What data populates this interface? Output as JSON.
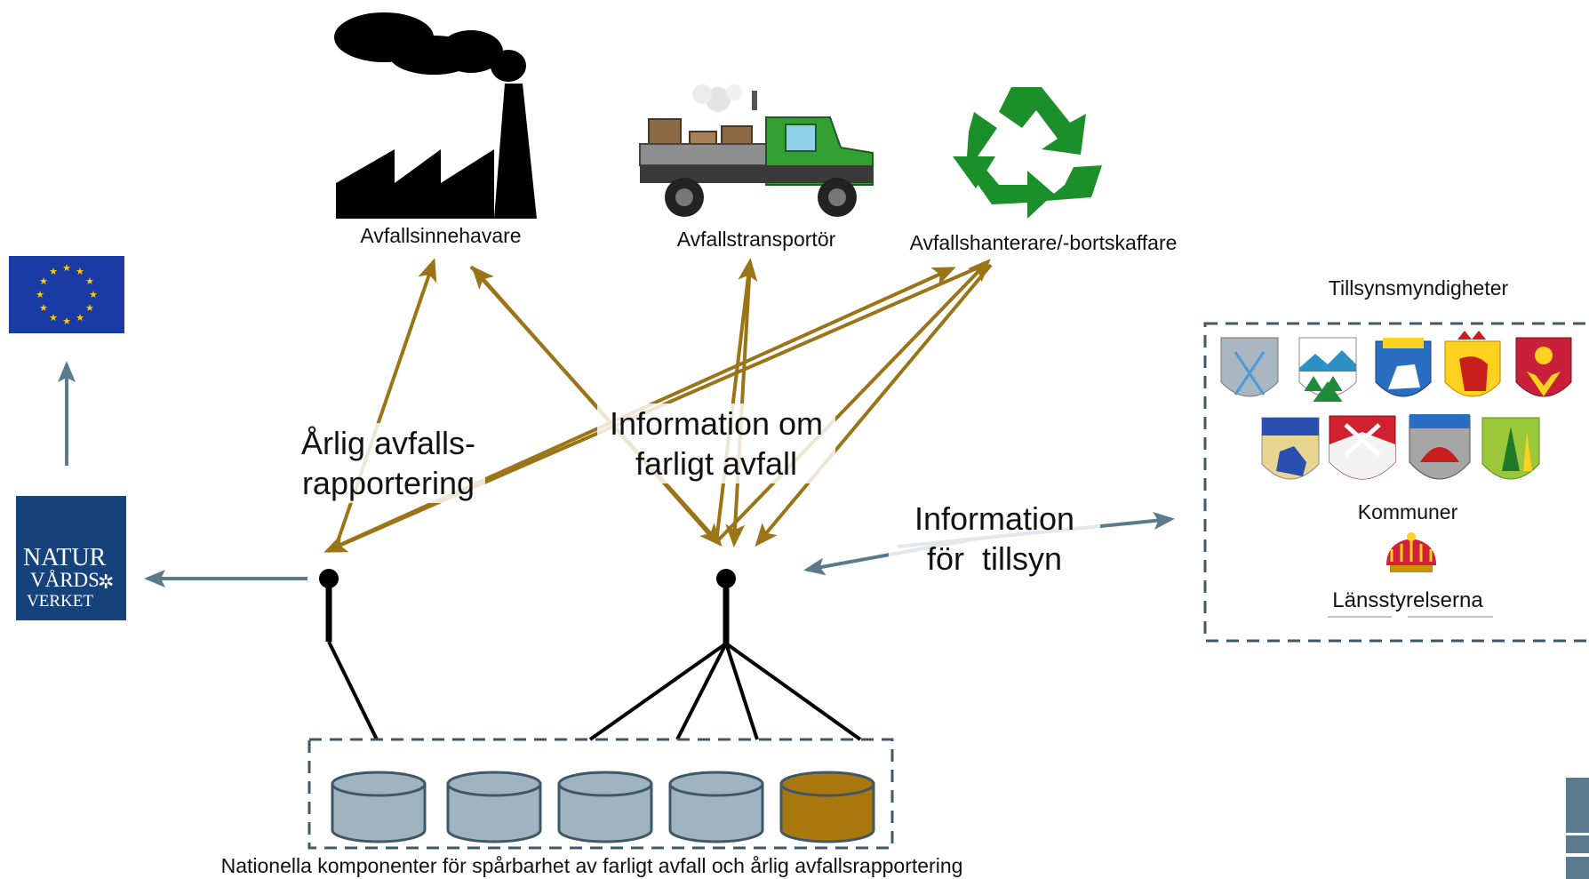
{
  "actors": {
    "holder": "Avfallsinnehavare",
    "transporter": "Avfallstransportör",
    "handler": "Avfallshanterare/-bortskaffare"
  },
  "flows": {
    "annual_reporting": [
      "Årlig avfalls-",
      "rapportering"
    ],
    "hazardous_info": [
      "Information om",
      "farligt avfall"
    ],
    "supervision_info": [
      "Information",
      "för  tillsyn"
    ]
  },
  "authorities": {
    "title": "Tillsynsmyndigheter",
    "municipalities_label": "Kommuner",
    "county_label": "Länsstyrelserna"
  },
  "naturvardsverket": {
    "line1": "NATUR",
    "line2": "VÅRDS",
    "line3": "VERKET"
  },
  "components": {
    "caption": "Nationella komponenter  för spårbarhet av farligt avfall och årlig avfallsrapportering",
    "databases": [
      {
        "highlighted": false
      },
      {
        "highlighted": false
      },
      {
        "highlighted": false
      },
      {
        "highlighted": false
      },
      {
        "highlighted": true
      }
    ]
  },
  "colors": {
    "arrow_gold": "#9a7417",
    "arrow_steel": "#5b7a8e",
    "eu_blue": "#1a3ba3",
    "eu_star": "#ffcc00",
    "nv_blue": "#15427a",
    "db_fill": "#9fb4c0",
    "db_highlight": "#a8780e",
    "db_stroke": "#3f5868",
    "recycle_green": "#1a8f2a",
    "truck_green": "#32a032"
  },
  "icons": [
    "factory-icon",
    "truck-icon",
    "recycle-icon",
    "eu-flag-icon",
    "crown-icon",
    "coat-of-arms-icon"
  ]
}
